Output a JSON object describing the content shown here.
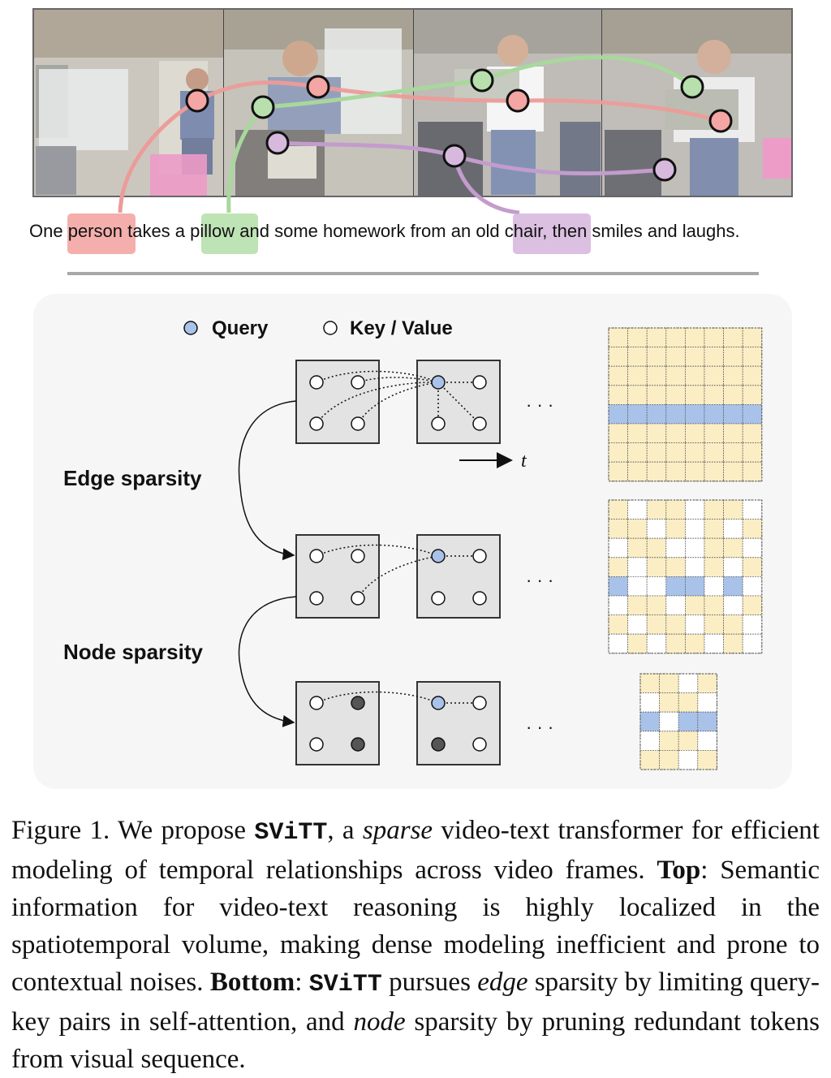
{
  "top": {
    "sentence": [
      {
        "text": "One ",
        "hl": null
      },
      {
        "text": "person",
        "hl": "person"
      },
      {
        "text": " takes a ",
        "hl": null
      },
      {
        "text": "pillow",
        "hl": "pillow"
      },
      {
        "text": " and some homework from an ",
        "hl": null
      },
      {
        "text": "old chair",
        "hl": "chair"
      },
      {
        "text": ", then smiles and laughs.",
        "hl": null
      }
    ],
    "colors": {
      "person": "#f3a6a3",
      "pillow": "#b7e0ad",
      "chair": "#d7b9de"
    }
  },
  "bottom": {
    "legend": {
      "query": "Query",
      "key_value": "Key / Value"
    },
    "edge_label": "Edge sparsity",
    "node_label": "Node sparsity",
    "time_label": "t",
    "ellipsis": "· · ·",
    "colors": {
      "query": "#a9c2ea",
      "key": "#fbeec4",
      "empty": "#ffffff",
      "pruned": "#555555",
      "panel": "#f6f6f6",
      "node_box": "#e3e3e3"
    },
    "matrices": [
      {
        "name": "dense",
        "rows": [
          "kkkkkkkk",
          "kkkkkkkk",
          "kkkkkkkk",
          "kkkkkkkk",
          "qqqqqqqq",
          "kkkkkkkk",
          "kkkkkkkk",
          "kkkkkkkk"
        ]
      },
      {
        "name": "edge-sparse",
        "rows": [
          "kekkekke",
          "kkekekek",
          "ekkeekke",
          "kekkekek",
          "qeeqqeqe",
          "ekkekkek",
          "kekkekke",
          "ekekkeke"
        ]
      },
      {
        "name": "node-sparse",
        "rows": [
          "kkek",
          "ekke",
          "qeqq",
          "ekke",
          "kkek"
        ]
      }
    ]
  },
  "caption": {
    "figure_label": "Figure 1.",
    "p1": " We propose ",
    "model": "SViTT",
    "p2": ", a ",
    "sparse": "sparse",
    "p3": " video-text transformer for efficient modeling of temporal relationships across video frames. ",
    "top_label": "Top",
    "p4": ": Semantic information for video-text reasoning is highly localized in the spatiotemporal volume, making dense modeling inefficient and prone to contextual noises. ",
    "bottom_label": "Bottom",
    "p5": ": ",
    "model2": "SViTT",
    "p6": " pursues ",
    "edge": "edge",
    "p7": " sparsity by limiting query-key pairs in self-attention, and ",
    "node": "node",
    "p8": " sparsity by pruning redundant tokens from visual sequence."
  }
}
